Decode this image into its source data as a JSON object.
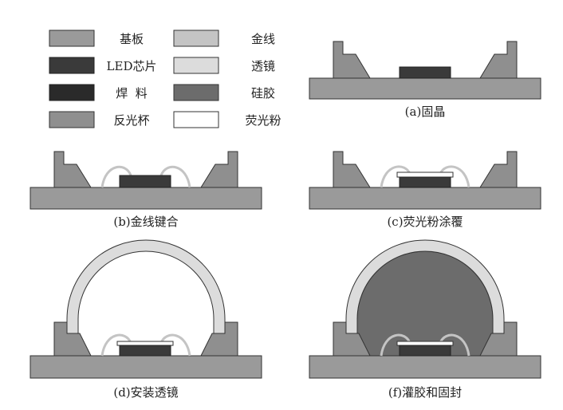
{
  "legend": {
    "items": [
      {
        "key": "substrate",
        "label": "基板",
        "fill": "#9a9a9a"
      },
      {
        "key": "led_chip",
        "label": "LED芯片",
        "fill": "#3a3a3a"
      },
      {
        "key": "solder",
        "label": "焊  料",
        "fill": "#2a2a2a"
      },
      {
        "key": "reflector_cup",
        "label": "反光杯",
        "fill": "#8f8f8f"
      },
      {
        "key": "gold_wire",
        "label": "金线",
        "fill": "#c4c4c4"
      },
      {
        "key": "lens",
        "label": "透镜",
        "fill": "#dcdcdc"
      },
      {
        "key": "silicone",
        "label": "硅胶",
        "fill": "#6c6c6c"
      },
      {
        "key": "phosphor",
        "label": "荧光粉",
        "fill": "#ffffff"
      }
    ]
  },
  "captions": {
    "a": "(a)固晶",
    "b": "(b)金线键合",
    "c": "(c)荧光粉涂覆",
    "d": "(d)安装透镜",
    "e": "(f)灌胶和固封"
  },
  "colors": {
    "substrate": "#9a9a9a",
    "cup": "#8f8f8f",
    "chip": "#3a3a3a",
    "wire": "#c4c4c4",
    "lens": "#dcdcdc",
    "silicone": "#6c6c6c",
    "phosphor": "#ffffff",
    "stroke": "#333333"
  }
}
